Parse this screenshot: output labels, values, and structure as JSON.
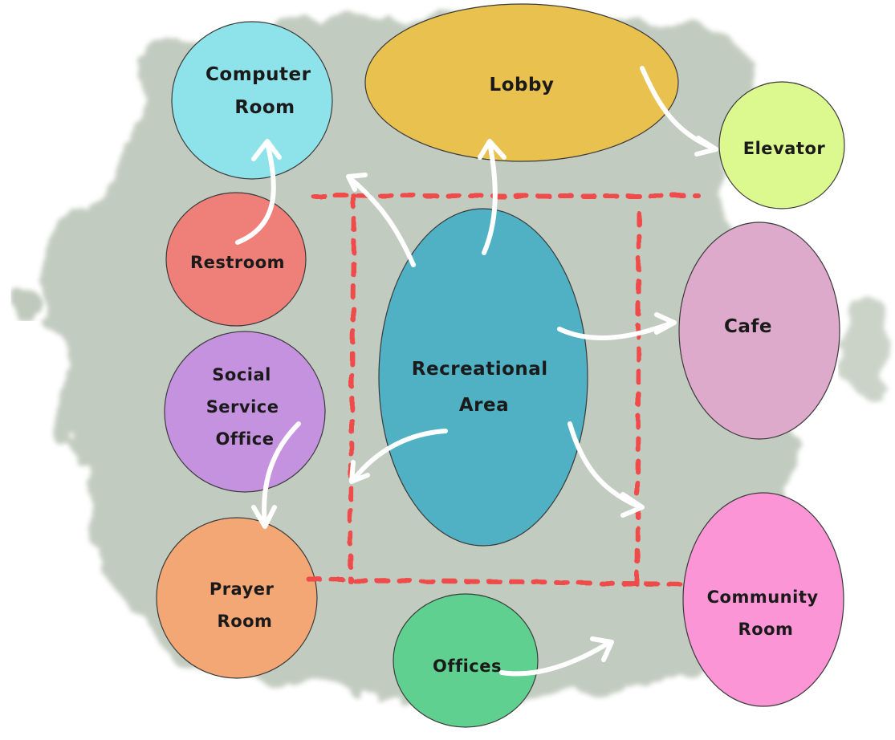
{
  "diagram": {
    "nodes": {
      "computer_room": {
        "lines": [
          "Computer",
          "Room"
        ],
        "color": "#8ee3ea"
      },
      "lobby": {
        "lines": [
          "Lobby"
        ],
        "color": "#e8c14e"
      },
      "elevator": {
        "lines": [
          "Elevator"
        ],
        "color": "#dcf98f"
      },
      "restroom": {
        "lines": [
          "Restroom"
        ],
        "color": "#ee8079"
      },
      "cafe": {
        "lines": [
          "Cafe"
        ],
        "color": "#ddaacb"
      },
      "recreational_area": {
        "lines": [
          "Recreational",
          "Area"
        ],
        "color": "#4fb1c3"
      },
      "social_service_office": {
        "lines": [
          "Social",
          "Service",
          "Office"
        ],
        "color": "#c592e0"
      },
      "prayer_room": {
        "lines": [
          "Prayer",
          "Room"
        ],
        "color": "#f2a775"
      },
      "community_room": {
        "lines": [
          "Community",
          "Room"
        ],
        "color": "#fb95d5"
      },
      "offices": {
        "lines": [
          "Offices"
        ],
        "color": "#5fd090"
      }
    },
    "colors": {
      "boundary": "#ef4b4b",
      "arrow": "#ffffff",
      "background_wash": "#bfc9bc"
    }
  }
}
